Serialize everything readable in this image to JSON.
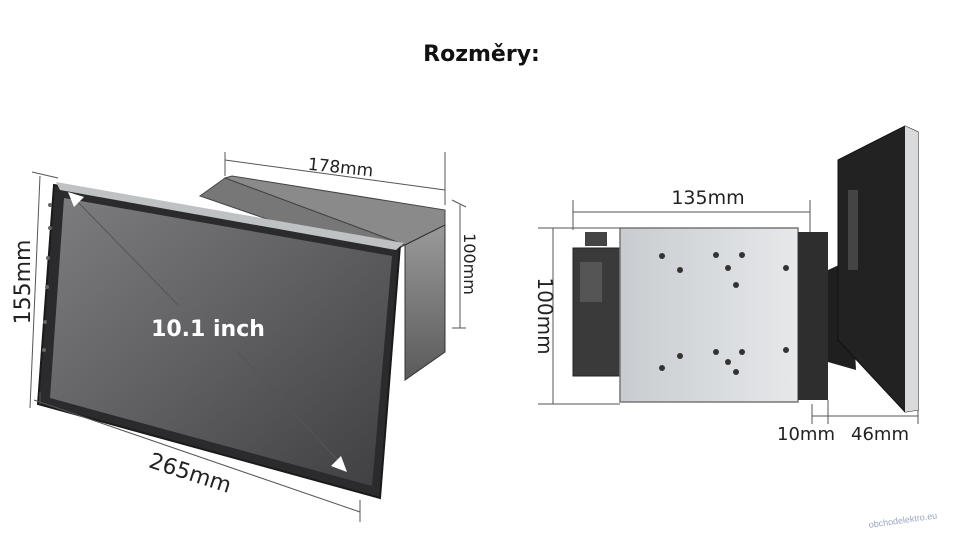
{
  "title": "Rozměry:",
  "left_unit": {
    "screen_size": "10.1 inch",
    "width": "265mm",
    "height": "155mm",
    "depth": "178mm",
    "body_height": "100mm"
  },
  "right_unit": {
    "depth": "135mm",
    "height": "100mm",
    "gap": "10mm",
    "screen_thickness": "46mm"
  },
  "watermark": "obchodelektro.eu"
}
